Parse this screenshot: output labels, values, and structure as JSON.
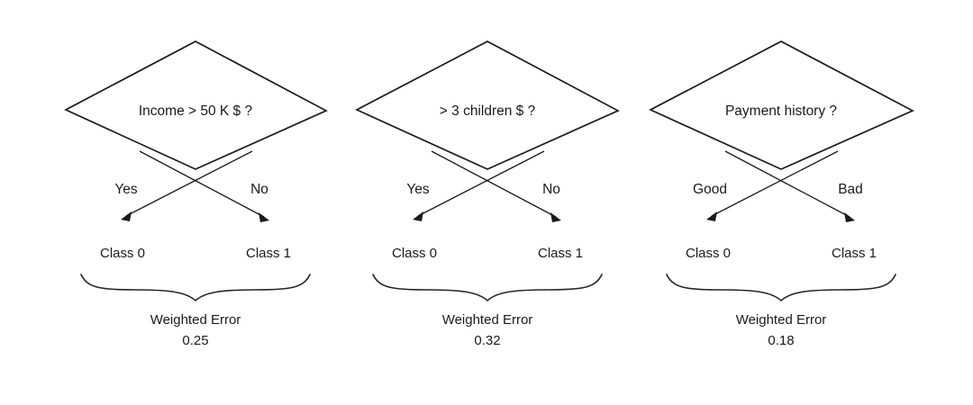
{
  "figure": {
    "type": "diagram",
    "subtype": "decision-stump-comparison",
    "background_color": "#ffffff",
    "line_color": "#1a1a1a",
    "text_color": "#1a1a1a"
  },
  "stumps": [
    {
      "id": "stump-1",
      "condition": "Income > 50 K $ ?",
      "left_branch_label": "Yes",
      "right_branch_label": "No",
      "left_leaf": "Class 0",
      "right_leaf": "Class 1",
      "error_label": "Weighted Error",
      "error_value": "0.25"
    },
    {
      "id": "stump-2",
      "condition": "> 3 children $ ?",
      "left_branch_label": "Yes",
      "right_branch_label": "No",
      "left_leaf": "Class 0",
      "right_leaf": "Class 1",
      "error_label": "Weighted Error",
      "error_value": "0.32"
    },
    {
      "id": "stump-3",
      "condition": "Payment history ?",
      "left_branch_label": "Good",
      "right_branch_label": "Bad",
      "left_leaf": "Class 0",
      "right_leaf": "Class 1",
      "error_label": "Weighted Error",
      "error_value": "0.18"
    }
  ]
}
